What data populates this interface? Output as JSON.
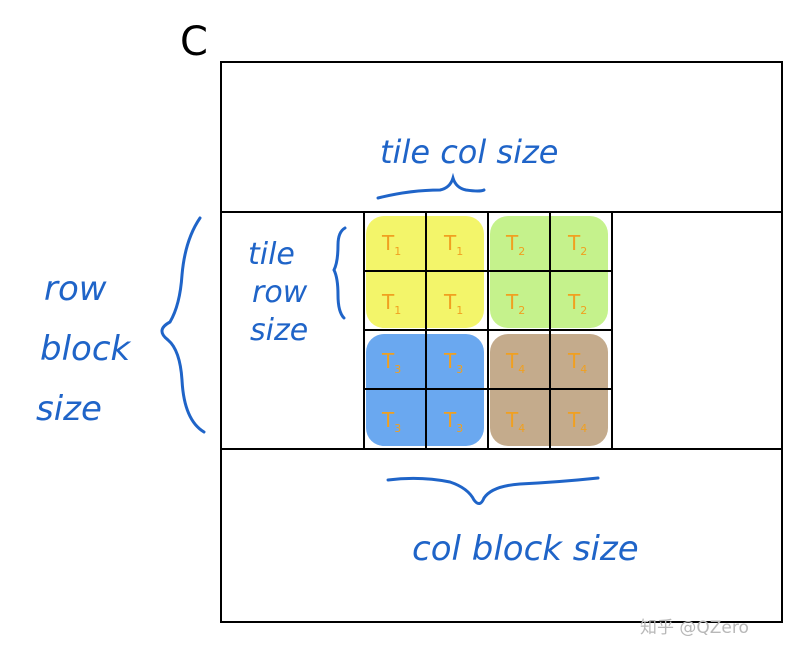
{
  "matrix": {
    "name": "C"
  },
  "labels": {
    "tile_col_size": "tile col size",
    "tile_row_size": [
      "tile",
      "row",
      "size"
    ],
    "row_block_size": [
      "row",
      "block",
      "size"
    ],
    "col_block_size": "col block size"
  },
  "tiles": [
    {
      "id": "1",
      "color": "#f3f56a"
    },
    {
      "id": "2",
      "color": "#c5f28c"
    },
    {
      "id": "3",
      "color": "#6aa8f0"
    },
    {
      "id": "4",
      "color": "#c4ab8c"
    }
  ],
  "tile_letter": "T",
  "tile_grid": [
    [
      "1",
      "1",
      "2",
      "2"
    ],
    [
      "1",
      "1",
      "2",
      "2"
    ],
    [
      "3",
      "3",
      "4",
      "4"
    ],
    [
      "3",
      "3",
      "4",
      "4"
    ]
  ],
  "watermark": "知乎 @QZero",
  "colors": {
    "ink_blue": "#1f64c8",
    "tile_text": "#f0a020",
    "line": "#000000"
  }
}
